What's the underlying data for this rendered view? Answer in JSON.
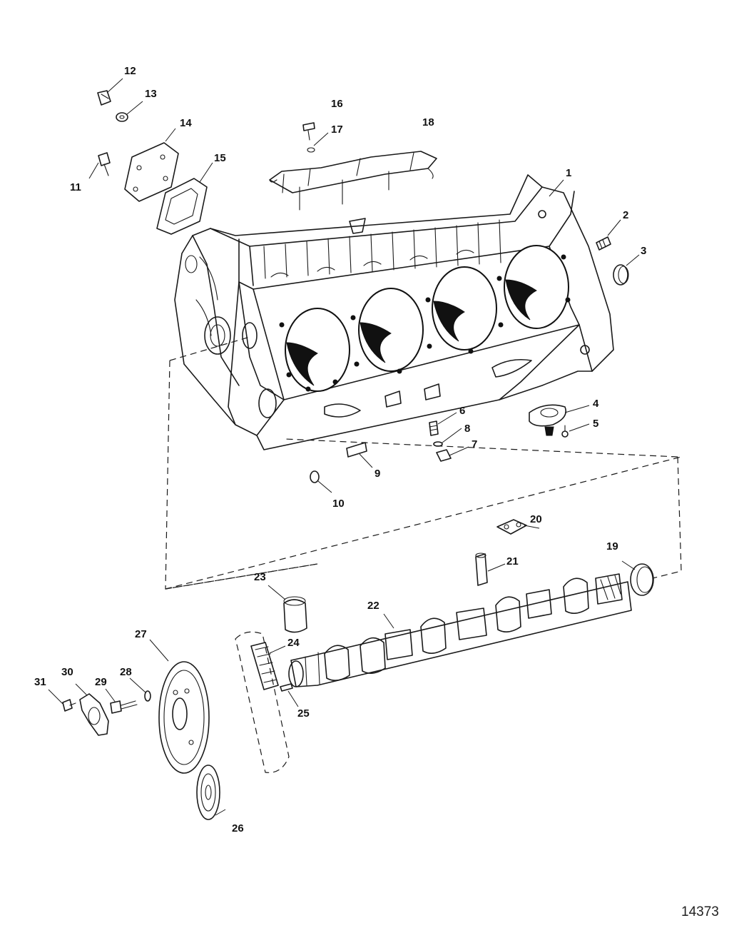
{
  "callouts": {
    "c1": "1",
    "c2": "2",
    "c3": "3",
    "c4": "4",
    "c5": "5",
    "c6": "6",
    "c7": "7",
    "c8": "8",
    "c9": "9",
    "c10": "10",
    "c11": "11",
    "c12": "12",
    "c13": "13",
    "c14": "14",
    "c15": "15",
    "c16": "16",
    "c17": "17",
    "c18": "18",
    "c19": "19",
    "c20": "20",
    "c21": "21",
    "c22": "22",
    "c23": "23",
    "c24": "24",
    "c25": "25",
    "c26": "26",
    "c27": "27",
    "c28": "28",
    "c29": "29",
    "c30": "30",
    "c31": "31"
  },
  "figure_id": "14373"
}
